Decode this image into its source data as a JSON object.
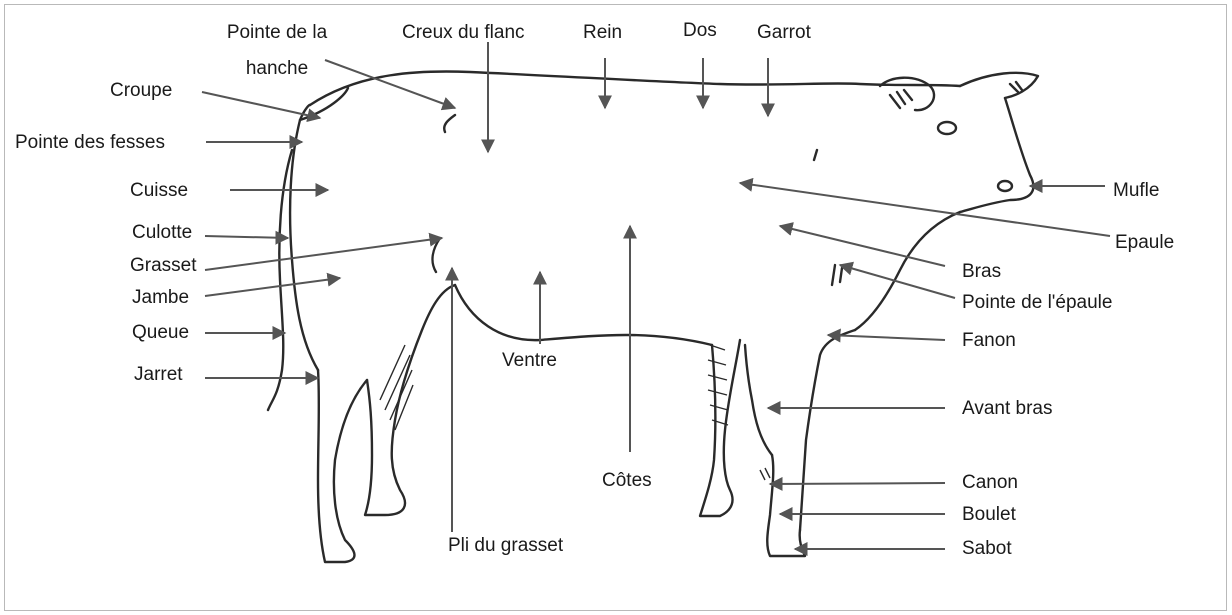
{
  "labels": {
    "pointe_hanche_l1": "Pointe de la",
    "pointe_hanche_l2": "hanche",
    "creux_flanc": "Creux du flanc",
    "rein": "Rein",
    "dos": "Dos",
    "garrot": "Garrot",
    "croupe": "Croupe",
    "pointe_fesses": "Pointe des fesses",
    "cuisse": "Cuisse",
    "culotte": "Culotte",
    "grasset": "Grasset",
    "jambe": "Jambe",
    "queue": "Queue",
    "jarret": "Jarret",
    "ventre": "Ventre",
    "cotes": "Côtes",
    "pli_grasset": "Pli du grasset",
    "mufle": "Mufle",
    "epaule": "Epaule",
    "bras": "Bras",
    "pointe_epaule": "Pointe de l'épaule",
    "fanon": "Fanon",
    "avant_bras": "Avant bras",
    "canon": "Canon",
    "boulet": "Boulet",
    "sabot": "Sabot"
  },
  "colors": {
    "arrow": "#555555",
    "outline": "#2a2a2a",
    "text": "#1a1a1a",
    "frame": "#b9b9b9"
  }
}
